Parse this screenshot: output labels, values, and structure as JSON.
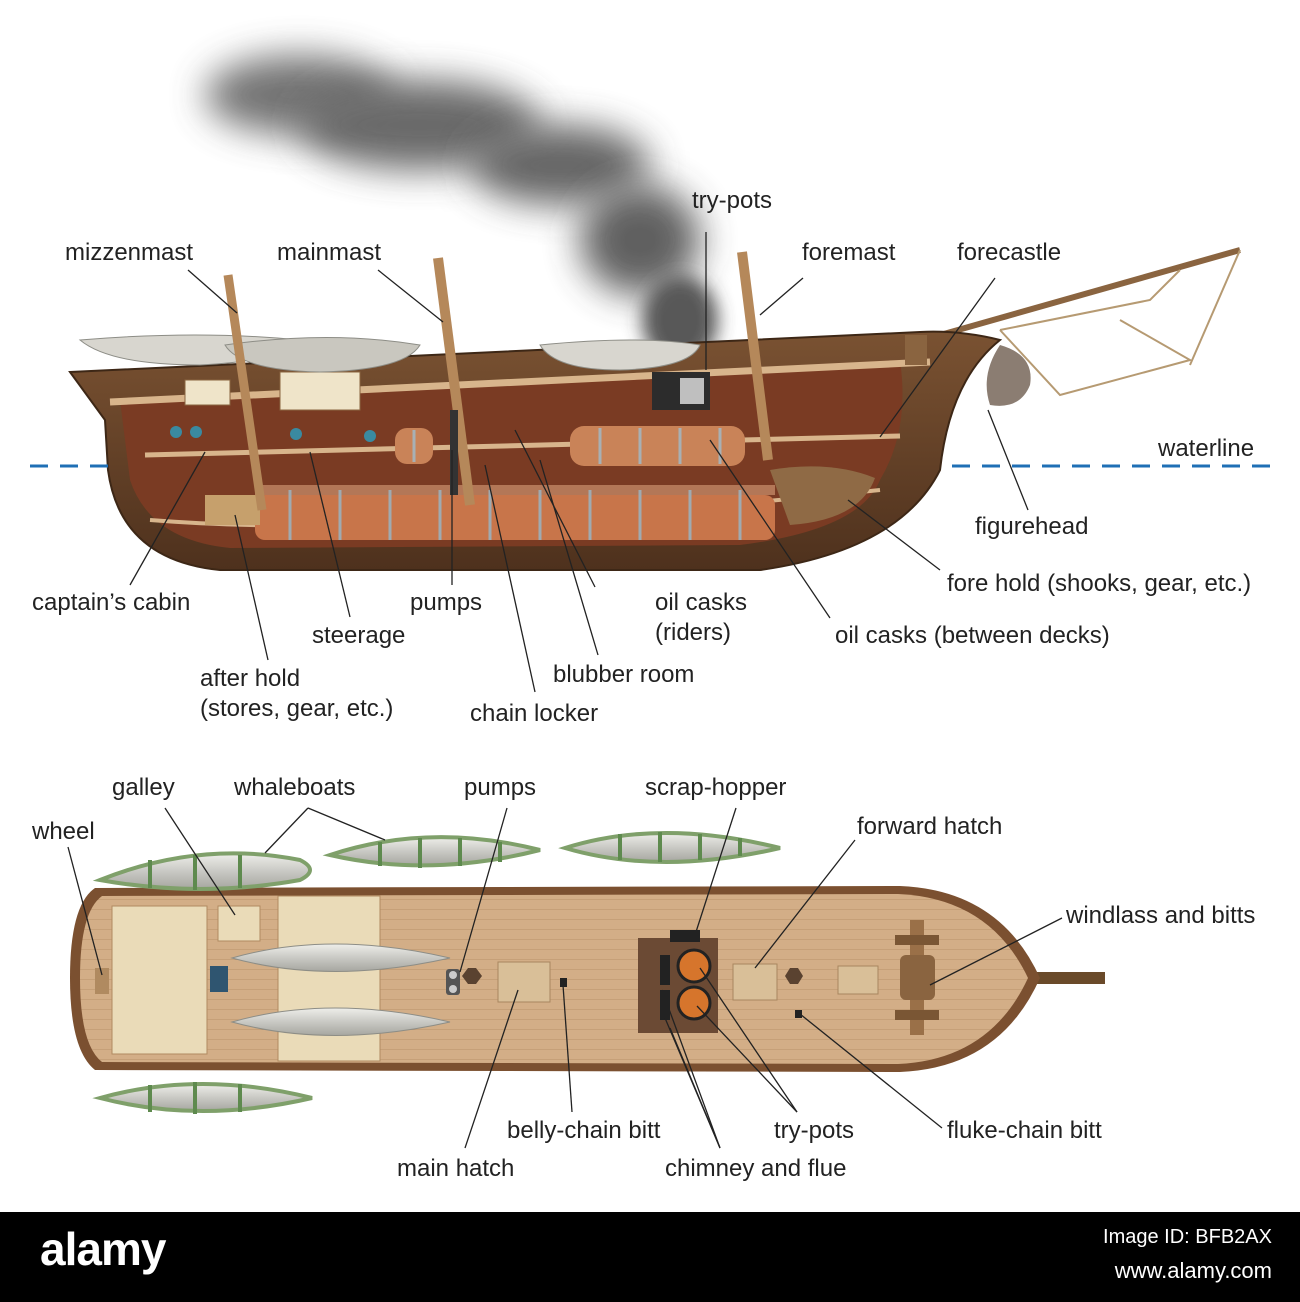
{
  "side_view": {
    "labels": {
      "try_pots": "try-pots",
      "mizzenmast": "mizzenmast",
      "mainmast": "mainmast",
      "foremast": "foremast",
      "forecastle": "forecastle",
      "waterline": "waterline",
      "figurehead": "figurehead",
      "fore_hold": "fore hold (shooks, gear, etc.)",
      "captains_cabin": "captain’s cabin",
      "pumps": "pumps",
      "oil_casks_riders": "oil casks\n(riders)",
      "oil_casks_between": "oil casks (between decks)",
      "steerage": "steerage",
      "blubber_room": "blubber room",
      "after_hold": "after hold\n(stores, gear, etc.)",
      "chain_locker": "chain locker"
    }
  },
  "top_view": {
    "labels": {
      "galley": "galley",
      "whaleboats": "whaleboats",
      "pumps": "pumps",
      "scrap_hopper": "scrap-hopper",
      "wheel": "wheel",
      "forward_hatch": "forward hatch",
      "windlass": "windlass and bitts",
      "belly_chain": "belly-chain bitt",
      "try_pots": "try-pots",
      "fluke_chain": "fluke-chain bitt",
      "main_hatch": "main hatch",
      "chimney": "chimney and flue"
    }
  },
  "watermark": {
    "brand": "alamy",
    "image_id": "Image ID: BFB2AX",
    "site": "www.alamy.com"
  },
  "colors": {
    "waterline": "#1f6fb5",
    "hull": "#6b4529",
    "deck": "#d2ad86",
    "casks": "#c8754a",
    "smoke": "#555555",
    "boat_hull": "#7fa06a"
  }
}
